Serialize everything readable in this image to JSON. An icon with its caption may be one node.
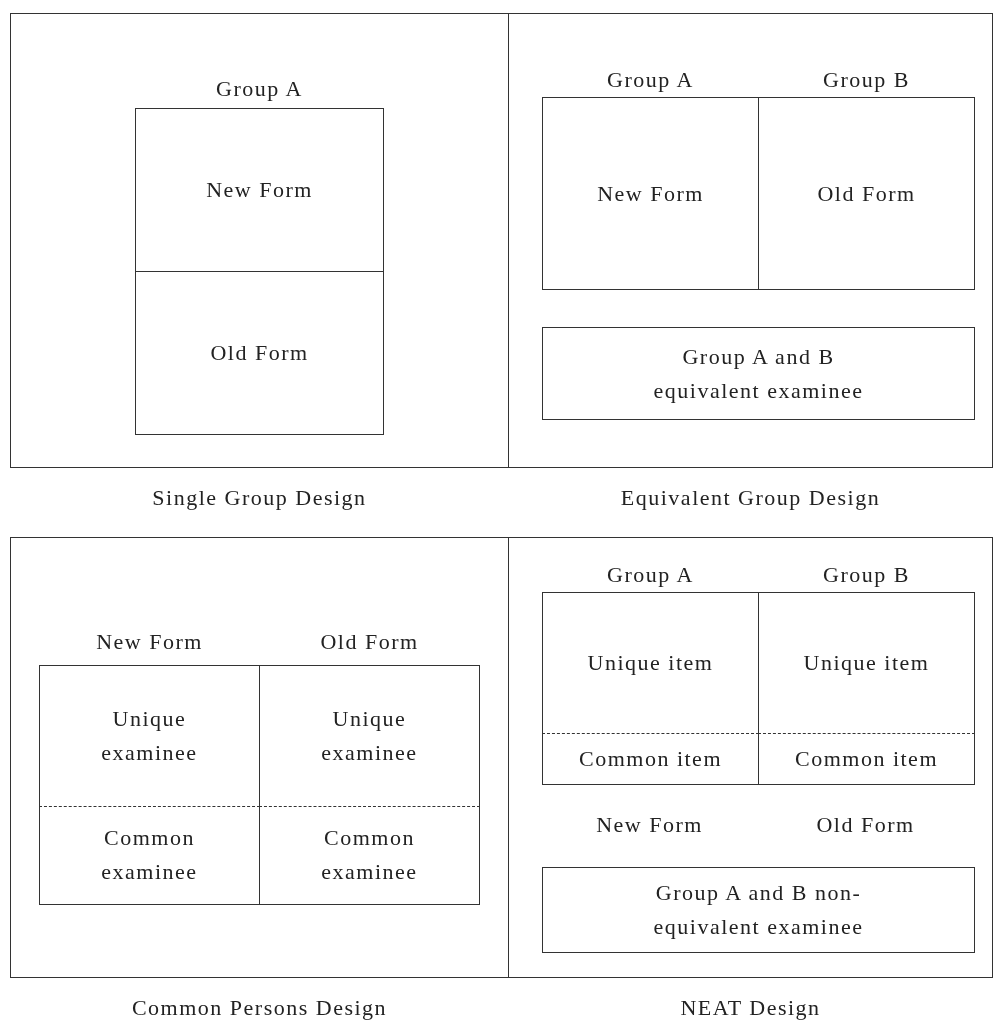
{
  "diagram": {
    "nodes": [
      {
        "text": [],
        "shape": "box",
        "beside": [
          "Single Group Design"
        ]
      },
      {
        "text": [
          "Group A"
        ],
        "in": 0
      },
      {
        "text": [
          "New Form"
        ],
        "in": 1
      },
      {
        "text": [
          "Old Form"
        ],
        "in": 1
      },
      {
        "text": [],
        "shape": "box",
        "beside": [
          "Equivalent Group Design"
        ]
      },
      {
        "text": [
          "Group A",
          "New Form"
        ],
        "in": 4
      },
      {
        "text": [
          "Group B",
          "Old Form"
        ],
        "in": 4
      },
      {
        "text": [
          "Group A and B equivalent examinee"
        ],
        "in": 4
      },
      {
        "text": [],
        "shape": "box",
        "beside": [
          "Common Persons Design"
        ]
      },
      {
        "text": [
          "New Form"
        ],
        "in": 8
      },
      {
        "text": [
          "Unique examinee"
        ],
        "in": 9
      },
      {
        "text": [
          "Common examinee"
        ],
        "in": 9
      },
      {
        "text": [
          "Old Form"
        ],
        "in": 8
      },
      {
        "text": [
          "Unique examinee"
        ],
        "in": 12
      },
      {
        "text": [
          "Common examinee"
        ],
        "in": 12
      },
      {
        "text": [],
        "shape": "box",
        "beside": [
          "NEAT Design"
        ]
      },
      {
        "text": [
          "Group A"
        ],
        "in": 15,
        "beside": [
          "New Form"
        ]
      },
      {
        "text": [
          "Unique item"
        ],
        "in": 16
      },
      {
        "text": [
          "Common item"
        ],
        "in": 16
      },
      {
        "text": [
          "Group B"
        ],
        "in": 15,
        "beside": [
          "Old Form"
        ]
      },
      {
        "text": [
          "Unique item"
        ],
        "in": 19
      },
      {
        "text": [
          "Common item"
        ],
        "in": 19
      },
      {
        "text": [
          "Group A and B non-equivalent examinee"
        ],
        "in": 15
      }
    ],
    "edges": []
  }
}
